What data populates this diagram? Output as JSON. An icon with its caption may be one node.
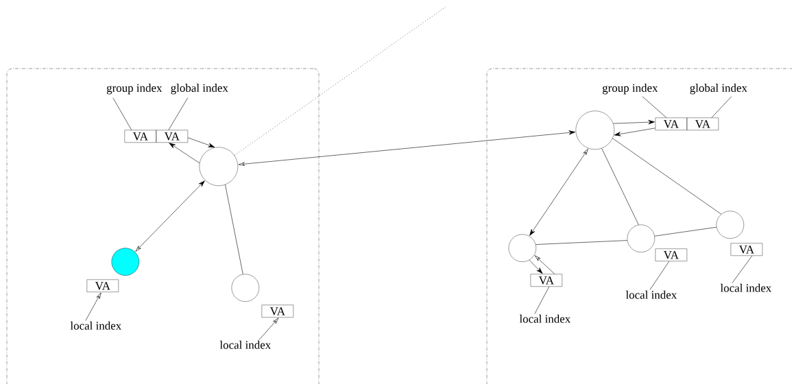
{
  "diagram": {
    "nodes": [
      {
        "text": [],
        "shape": "box"
      },
      {
        "text": [],
        "shape": "box"
      },
      {
        "text": [
          "group index"
        ],
        "in": 0
      },
      {
        "text": [
          "global index"
        ],
        "in": 0
      },
      {
        "text": [
          "VA"
        ],
        "in": 0
      },
      {
        "text": [
          "VA"
        ],
        "in": 0
      },
      {
        "text": [],
        "shape": "circle",
        "in": 0
      },
      {
        "text": [],
        "shape": "circle",
        "in": 0
      },
      {
        "text": [
          "VA"
        ],
        "in": 0
      },
      {
        "text": [
          "local index"
        ],
        "in": 0
      },
      {
        "text": [],
        "shape": "circle",
        "in": 0
      },
      {
        "text": [
          "VA"
        ],
        "in": 0
      },
      {
        "text": [
          "local index"
        ],
        "in": 0
      },
      {
        "text": [
          "group index"
        ],
        "in": 1
      },
      {
        "text": [
          "global index"
        ],
        "in": 1
      },
      {
        "text": [],
        "shape": "circle",
        "in": 1
      },
      {
        "text": [
          "VA"
        ],
        "in": 1
      },
      {
        "text": [
          "VA"
        ],
        "in": 1
      },
      {
        "text": [],
        "shape": "circle",
        "in": 1
      },
      {
        "text": [],
        "shape": "circle",
        "in": 1
      },
      {
        "text": [],
        "shape": "circle",
        "in": 1
      },
      {
        "text": [
          "VA"
        ],
        "in": 1
      },
      {
        "text": [
          "VA"
        ],
        "in": 1
      },
      {
        "text": [
          "VA"
        ],
        "in": 1
      },
      {
        "text": [
          "local index"
        ],
        "in": 1
      },
      {
        "text": [
          "local index"
        ],
        "in": 1
      },
      {
        "text": [
          "local index"
        ],
        "in": 1
      }
    ],
    "edges": [
      {
        "from": 2,
        "to": 4,
        "arrow": "none"
      },
      {
        "from": 3,
        "to": 5,
        "arrow": "none"
      },
      {
        "from": 5,
        "to": 6,
        "arrow": "to"
      },
      {
        "from": 6,
        "to": 5,
        "arrow": "to"
      },
      {
        "from": 7,
        "to": 6,
        "arrow": "both"
      },
      {
        "from": 6,
        "to": 10,
        "arrow": "none"
      },
      {
        "from": 9,
        "to": 8,
        "arrow": "to"
      },
      {
        "from": 12,
        "to": 11,
        "arrow": "to"
      },
      {
        "from": 15,
        "to": 6,
        "arrow": "both"
      },
      {
        "from": 6,
        "to": null,
        "arrow": "none",
        "style": "dashed"
      },
      {
        "from": 13,
        "to": 16,
        "arrow": "none"
      },
      {
        "from": 14,
        "to": 17,
        "arrow": "none"
      },
      {
        "from": 15,
        "to": 16,
        "arrow": "to"
      },
      {
        "from": 16,
        "to": 15,
        "arrow": "to"
      },
      {
        "from": 15,
        "to": 18,
        "arrow": "both"
      },
      {
        "from": 15,
        "to": 19,
        "arrow": "none"
      },
      {
        "from": 15,
        "to": 20,
        "arrow": "none"
      },
      {
        "from": 18,
        "to": 19,
        "arrow": "none"
      },
      {
        "from": 19,
        "to": 20,
        "arrow": "none"
      },
      {
        "from": 18,
        "to": 21,
        "arrow": "to"
      },
      {
        "from": 21,
        "to": 18,
        "arrow": "to"
      },
      {
        "from": 24,
        "to": 21,
        "arrow": "none"
      },
      {
        "from": 25,
        "to": 22,
        "arrow": "none"
      },
      {
        "from": 26,
        "to": 23,
        "arrow": "none"
      }
    ]
  }
}
